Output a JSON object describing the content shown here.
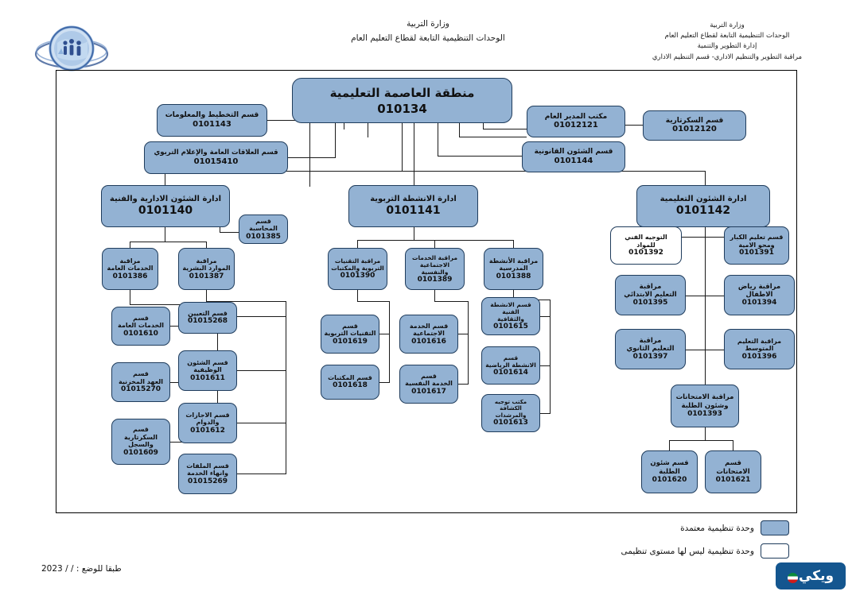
{
  "header": {
    "right_block": [
      "وزارة التربية",
      "الوحدات التنظيمية التابعة لقطاع التعليم العام",
      "إدارة التطوير والتنمية",
      "مراقبة التطوير والتنظيم الاداري- قسم التنظيم الاداري"
    ],
    "center_line1": "وزارة التربية",
    "center_line2": "الوحدات التنظيمية التابعة لقطاع التعليم العام",
    "logo_name": "ministry-globe-logo"
  },
  "chart_data": {
    "type": "diagram",
    "title": "منطقة العاصمة التعليمية 010134",
    "nodes": {
      "root": {
        "title": "منطقة العاصمة التعليمية",
        "code": "010134",
        "approved": true
      },
      "planning": {
        "title": "قسم التخطيط والمعلومات",
        "code": "0101143",
        "approved": true
      },
      "public_relations": {
        "title": "قسم العلاقات العامة والإعلام التربوي",
        "code": "01015410",
        "approved": true
      },
      "dg_office": {
        "title": "مكتب المدير العام",
        "code": "01012121",
        "approved": true
      },
      "secretariat": {
        "title": "قسم السكرتارية",
        "code": "01012120",
        "approved": true
      },
      "legal_affairs": {
        "title": "قسم الشئون القانونية",
        "code": "0101144",
        "approved": true
      },
      "admin_dept": {
        "title": "ادارة الشئون الادارية والفنية",
        "code": "0101140",
        "approved": true
      },
      "accounting": {
        "title": "قسم المحاسبة",
        "code": "0101385",
        "approved": true
      },
      "general_services_ctrl": {
        "title_l1": "مراقبة",
        "title_l2": "الخدمات العامة",
        "code": "0101386",
        "approved": true
      },
      "hr_ctrl": {
        "title_l1": "مراقبة",
        "title_l2": "الموارد البشرية",
        "code": "0101387",
        "approved": true
      },
      "general_services_sec": {
        "title_l1": "قسم",
        "title_l2": "الخدمات العامة",
        "code": "0101610",
        "approved": true
      },
      "stores_sec": {
        "title_l1": "قسم",
        "title_l2": "العهد المخزنية",
        "code": "01015270",
        "approved": true
      },
      "secretariat_records": {
        "title_l1": "قسم",
        "title_l2": "السكرتارية والسجل",
        "code": "0101609",
        "approved": true
      },
      "appointment_sec": {
        "title_l1": "قسم التعيين",
        "title_l2": "",
        "code": "01015268",
        "approved": true
      },
      "job_affairs_sec": {
        "title_l1": "قسم الشئون",
        "title_l2": "الوظيفية",
        "code": "0101611",
        "approved": true
      },
      "leaves_sec": {
        "title_l1": "قسم الاجازات",
        "title_l2": "والدوام",
        "code": "0101612",
        "approved": true
      },
      "files_sec": {
        "title_l1": "قسم الملفات",
        "title_l2": "وانهاء الخدمة",
        "code": "01015269",
        "approved": true
      },
      "activities_dept": {
        "title": "ادارة الانشطة التربوية",
        "code": "0101141",
        "approved": true
      },
      "edu_tech_ctrl": {
        "title_l1": "مراقبة التقنيات",
        "title_l2": "التربوية والمكتبات",
        "code": "0101390",
        "approved": true
      },
      "social_services_ctrl": {
        "title_l1": "مراقبة الخدمات",
        "title_l2": "الاجتماعية والنفسية",
        "code": "0101389",
        "approved": true
      },
      "school_activities_ctrl": {
        "title_l1": "مراقبة الأنشطة",
        "title_l2": "المدرسية",
        "code": "0101388",
        "approved": true
      },
      "edu_tech_sec": {
        "title_l1": "قسم",
        "title_l2": "التقنيات التربوية",
        "code": "0101619",
        "approved": true
      },
      "libraries_sec": {
        "title_l1": "قسم المكتبات",
        "title_l2": "",
        "code": "0101618",
        "approved": true
      },
      "social_service_sec": {
        "title_l1": "قسم الخدمة",
        "title_l2": "الاجتماعية",
        "code": "0101616",
        "approved": true
      },
      "psych_service_sec": {
        "title_l1": "قسم",
        "title_l2": "الخدمة النفسية",
        "code": "0101617",
        "approved": true
      },
      "art_culture_sec": {
        "title_l1": "قسم الانشطة الفنية",
        "title_l2": "والثقافية",
        "code": "0101615",
        "approved": true
      },
      "sports_sec": {
        "title_l1": "قسم",
        "title_l2": "الانشطة الرياضية",
        "code": "0101614",
        "approved": true
      },
      "scouts_sec": {
        "title_l1": "مكتب توجيه",
        "title_l2": "الكشافة والمرشدات",
        "code": "0101613",
        "approved": true
      },
      "edu_affairs_dept": {
        "title": "ادارة الشئون التعليمية",
        "code": "0101142",
        "approved": true
      },
      "tech_guidance": {
        "title_l1": "التوجيه الفني",
        "title_l2": "للمواد",
        "code": "0101392",
        "approved": false
      },
      "adult_edu_sec": {
        "title_l1": "قسم تعليم الكبار",
        "title_l2": "ومحو الامية",
        "code": "0101391",
        "approved": true
      },
      "primary_edu_ctrl": {
        "title_l1": "مراقبة",
        "title_l2": "التعليم الابتدائي",
        "code": "0101395",
        "approved": true
      },
      "kindergarten_ctrl": {
        "title_l1": "مراقبة رياض الاطفال",
        "title_l2": "",
        "code": "0101394",
        "approved": true
      },
      "secondary_edu_ctrl": {
        "title_l1": "مراقبة",
        "title_l2": "التعليم الثانوي",
        "code": "0101397",
        "approved": true
      },
      "intermediate_edu_ctrl": {
        "title_l1": "مراقبة التعليم المتوسط",
        "title_l2": "",
        "code": "0101396",
        "approved": true
      },
      "exams_ctrl": {
        "title_l1": "مراقبة الامتحانات",
        "title_l2": "وشئون الطلبة",
        "code": "0101393",
        "approved": true
      },
      "student_affairs_sec": {
        "title_l1": "قسم شئون",
        "title_l2": "الطلبة",
        "code": "0101620",
        "approved": true
      },
      "exams_sec": {
        "title_l1": "قسم",
        "title_l2": "الامتحانات",
        "code": "0101621",
        "approved": true
      }
    }
  },
  "legend": {
    "approved_label": "وحدة تنظيمية معتمدة",
    "unapproved_label": "وحدة تنظيمية ليس لها مستوى تنظيمى",
    "approved_color": "#93b2d3",
    "unapproved_color": "#ffffff"
  },
  "footer": {
    "status_note": "طبقا للوضع  :     /     / 2023",
    "watermark_text": "ويكي"
  }
}
